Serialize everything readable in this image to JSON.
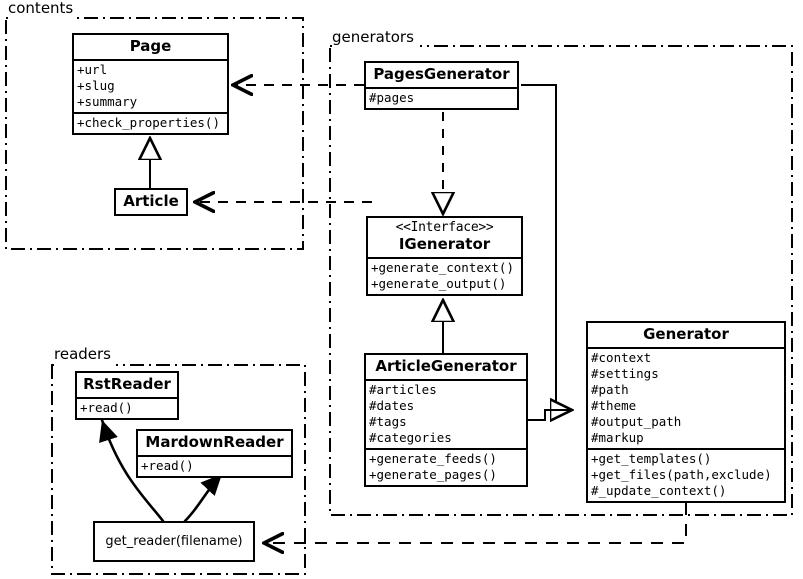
{
  "diagram": {
    "kind": "uml-class-diagram",
    "stroke_color": "#000000",
    "background_color": "#ffffff"
  },
  "packages": [
    {
      "name": "contents-package",
      "label": "contents"
    },
    {
      "name": "generators-package",
      "label": "generators"
    },
    {
      "name": "readers-package",
      "label": "readers"
    }
  ],
  "classes": {
    "page": {
      "name": "Page",
      "attributes": [
        "+url",
        "+slug",
        "+summary"
      ],
      "methods": [
        "+check_properties()"
      ]
    },
    "article": {
      "name": "Article",
      "attributes": [],
      "methods": []
    },
    "pages_generator": {
      "name": "PagesGenerator",
      "attributes": [
        "#pages"
      ],
      "methods": []
    },
    "igenerator": {
      "stereotype": "<<Interface>>",
      "name": "IGenerator",
      "attributes": [],
      "methods": [
        "+generate_context()",
        "+generate_output()"
      ]
    },
    "article_generator": {
      "name": "ArticleGenerator",
      "attributes": [
        "#articles",
        "#dates",
        "#tags",
        "#categories"
      ],
      "methods": [
        "+generate_feeds()",
        "+generate_pages()"
      ]
    },
    "generator": {
      "name": "Generator",
      "attributes": [
        "#context",
        "#settings",
        "#path",
        "#theme",
        "#output_path",
        "#markup"
      ],
      "methods": [
        "+get_templates()",
        "+get_files(path,exclude)",
        "#_update_context()"
      ]
    },
    "rst_reader": {
      "name": "RstReader",
      "attributes": [],
      "methods": [
        "+read()"
      ]
    },
    "mardown_reader": {
      "name": "MardownReader",
      "attributes": [],
      "methods": [
        "+read()"
      ]
    },
    "get_reader": {
      "name": "get_reader(filename)"
    }
  },
  "relations": [
    {
      "from": "Article",
      "to": "Page",
      "type": "generalization"
    },
    {
      "from": "PagesGenerator",
      "to": "IGenerator",
      "type": "realization"
    },
    {
      "from": "ArticleGenerator",
      "to": "IGenerator",
      "type": "generalization"
    },
    {
      "from": "PagesGenerator",
      "to": "Generator",
      "type": "generalization"
    },
    {
      "from": "ArticleGenerator",
      "to": "Generator",
      "type": "generalization"
    },
    {
      "from": "PagesGenerator",
      "to": "Page",
      "type": "dependency"
    },
    {
      "from": "ArticleGenerator",
      "to": "Article",
      "type": "dependency"
    },
    {
      "from": "Generator",
      "to": "get_reader(filename)",
      "type": "dependency"
    },
    {
      "from": "get_reader(filename)",
      "to": "RstReader",
      "type": "uses"
    },
    {
      "from": "get_reader(filename)",
      "to": "MardownReader",
      "type": "uses"
    }
  ]
}
